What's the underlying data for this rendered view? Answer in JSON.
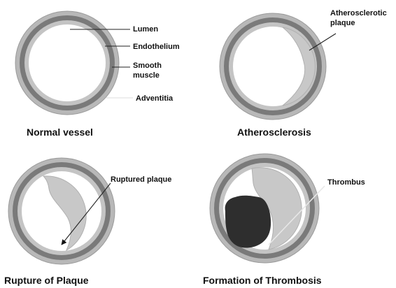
{
  "panels": [
    {
      "caption": "Normal vessel",
      "labels": {
        "lumen": "Lumen",
        "endothelium": "Endothelium",
        "smooth_muscle_line1": "Smooth",
        "smooth_muscle_line2": "muscle",
        "adventitia": "Adventitia"
      }
    },
    {
      "caption": "Atherosclerosis",
      "labels": {
        "plaque_line1": "Atherosclerotic",
        "plaque_line2": "plaque"
      }
    },
    {
      "caption": "Rupture of Plaque",
      "labels": {
        "ruptured": "Ruptured plaque"
      }
    },
    {
      "caption": "Formation of Thrombosis",
      "labels": {
        "thrombus": "Thrombus"
      }
    }
  ],
  "colors": {
    "adventitia": "#b8b8b8",
    "muscle": "#7a7a7a",
    "endothelium": "#c4c4c4",
    "lumen": "#ffffff",
    "plaque": "#c8c8c8",
    "thrombus": "#2e2e2e"
  }
}
